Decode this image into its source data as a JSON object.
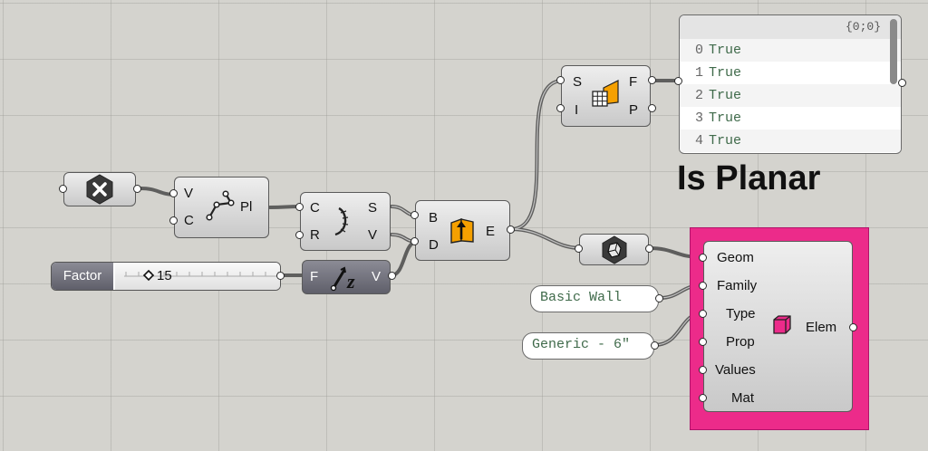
{
  "canvas": {
    "title": "Is Planar"
  },
  "list_panel": {
    "header": "{0;0}",
    "rows": [
      {
        "index": "0",
        "value": "True"
      },
      {
        "index": "1",
        "value": "True"
      },
      {
        "index": "2",
        "value": "True"
      },
      {
        "index": "3",
        "value": "True"
      },
      {
        "index": "4",
        "value": "True"
      }
    ]
  },
  "polyline": {
    "in_v": "V",
    "in_c": "C",
    "out": "Pl"
  },
  "curvature": {
    "in_c": "C",
    "in_r": "R",
    "out_s": "S",
    "out_v": "V"
  },
  "unitz": {
    "in": "F",
    "out": "V"
  },
  "extrude": {
    "in_b": "B",
    "in_d": "D",
    "out": "E"
  },
  "planar": {
    "in_s": "S",
    "in_i": "I",
    "out_f": "F",
    "out_p": "P"
  },
  "slider": {
    "label": "Factor",
    "value": "15"
  },
  "panels": {
    "family": "Basic Wall",
    "type": "Generic - 6\""
  },
  "element": {
    "inputs": [
      "Geom",
      "Family",
      "Type",
      "Prop",
      "Values",
      "Mat"
    ],
    "output": "Elem"
  },
  "colors": {
    "accent": "#ec2b8a",
    "wire": "#4a4a4a",
    "canvas": "#d4d3ce"
  }
}
